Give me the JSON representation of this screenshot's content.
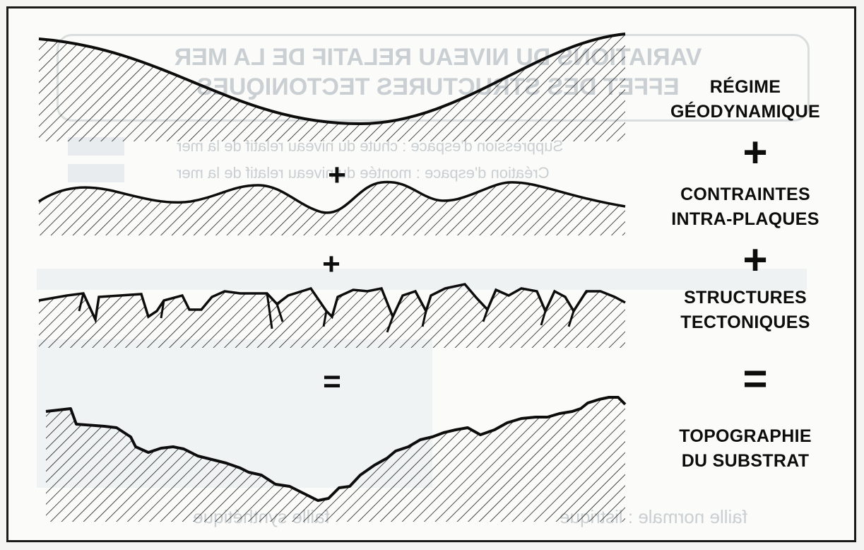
{
  "background_ghost": {
    "title_line1": "VARIATIONS DU NIVEAU RELATIF DE LA MER",
    "title_line2": "EFFET DES STRUCTURES TECTONIQUES",
    "line1": "Suppression d'espace : chute du niveau relatif de la mer",
    "line2": "Création d'espace : montée du niveau relatif de la mer",
    "foot_left": "faille normale : listrique",
    "foot_right": "faille synthétique"
  },
  "diagram": {
    "labels": {
      "regime": "RÉGIME\nGÉODYNAMIQUE",
      "contraintes": "CONTRAINTES\nINTRA-PLAQUES",
      "structures": "STRUCTURES\nTECTONIQUES",
      "topographie": "TOPOGRAPHIE\nDU SUBSTRAT"
    },
    "operators": {
      "plus_center_1": "+",
      "plus_center_2": "+",
      "equals_center": "=",
      "plus_right_1": "+",
      "plus_right_2": "+",
      "equals_right": "="
    }
  },
  "colors": {
    "ink": "#0d0d0d",
    "ghost": "#c9cfd2",
    "frame": "#1a1a1a"
  }
}
